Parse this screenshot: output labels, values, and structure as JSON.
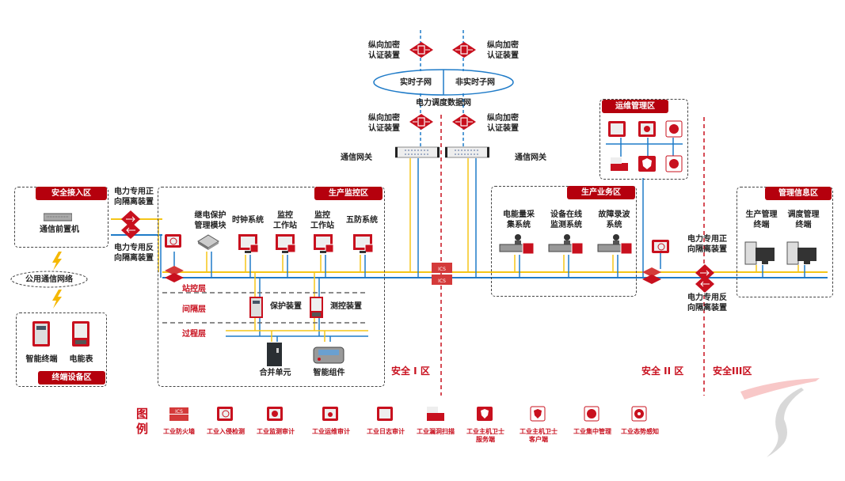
{
  "top": {
    "encrypt_label": "纵向加密\n认证装置",
    "realtime_subnet": "实时子网",
    "nonrealtime_subnet": "非实时子网",
    "dispatch_network": "电力调度数据网",
    "gateway_left": "通信网关",
    "gateway_right": "通信网关"
  },
  "zones": {
    "secure_access": {
      "title": "安全接入区",
      "front_processor": "通信前置机"
    },
    "public_network": "公用通信网络",
    "terminal": {
      "title": "终端设备区",
      "items": [
        "智能终端",
        "电能表"
      ]
    },
    "production_monitor": {
      "title": "生产监控区",
      "devices": [
        "继电保护\n管理模块",
        "时钟系统",
        "监控\n工作站",
        "监控\n工作站",
        "五防系统"
      ],
      "layers": [
        "站控层",
        "间隔层",
        "过程层"
      ],
      "bay_devices": [
        "保护装置",
        "测控装置"
      ],
      "process_devices": [
        "合并单元",
        "智能组件"
      ]
    },
    "production_business": {
      "title": "生产业务区",
      "systems": [
        "电能量采\n集系统",
        "设备在线\n监测系统",
        "故障录波\n系统"
      ]
    },
    "ops_management": {
      "title": "运维管理区"
    },
    "management_info": {
      "title": "管理信息区",
      "terminals": [
        "生产管理\n终端",
        "调度管理\n终端"
      ]
    }
  },
  "isolation": {
    "forward_left": "电力专用正\n向隔离装置",
    "reverse_left": "电力专用反\n向隔离装置",
    "forward_right": "电力专用正\n向隔离装置",
    "reverse_right": "电力专用反\n向隔离装置"
  },
  "security_areas": [
    "安全 I 区",
    "安全 II 区",
    "安全III区"
  ],
  "legend": {
    "title": "图\n例",
    "items": [
      {
        "icon": "firewall-icon",
        "label": "工业防火墙"
      },
      {
        "icon": "intrusion-detection-icon",
        "label": "工业入侵检测"
      },
      {
        "icon": "monitor-audit-icon",
        "label": "工业监测审计"
      },
      {
        "icon": "ops-audit-icon",
        "label": "工业运维审计"
      },
      {
        "icon": "log-audit-icon",
        "label": "工业日志审计"
      },
      {
        "icon": "vuln-scan-icon",
        "label": "工业漏洞扫描"
      },
      {
        "icon": "host-guard-server-icon",
        "label": "工业主机卫士\n服务端"
      },
      {
        "icon": "host-guard-client-icon",
        "label": "工业主机卫士\n客户端"
      },
      {
        "icon": "central-management-icon",
        "label": "工业集中管理"
      },
      {
        "icon": "situation-awareness-icon",
        "label": "工业态势感知"
      }
    ]
  },
  "colors": {
    "accent_red": "#c8101e",
    "title_red": "#b5000d",
    "bus_yellow": "#f5c518",
    "bus_blue": "#1f7bc8"
  }
}
